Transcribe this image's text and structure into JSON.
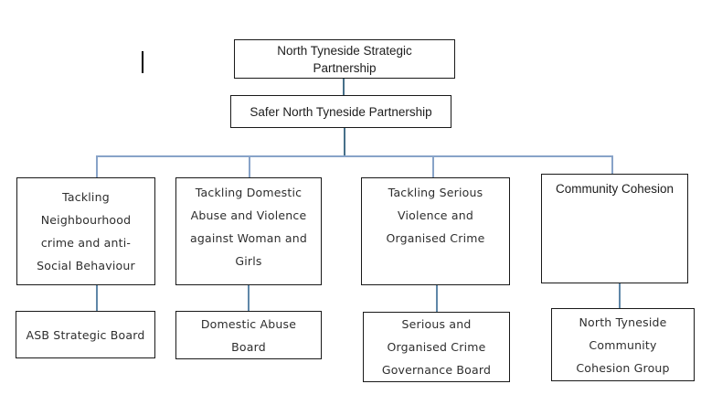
{
  "org_chart": {
    "root": {
      "label": "North Tyneside Strategic\nPartnership"
    },
    "level2": {
      "label": "Safer North Tyneside Partnership"
    },
    "themes": [
      {
        "label": "Tackling\nNeighbourhood\ncrime and anti-\nSocial Behaviour"
      },
      {
        "label": "Tackling Domestic\nAbuse and Violence\nagainst Woman and\nGirls"
      },
      {
        "label": "Tackling Serious\nViolence and\nOrganised Crime"
      },
      {
        "label": "Community Cohesion"
      }
    ],
    "boards": [
      {
        "label": "ASB Strategic Board"
      },
      {
        "label": "Domestic Abuse\nBoard"
      },
      {
        "label": "Serious and\nOrganised Crime\nGovernance Board"
      },
      {
        "label": "North Tyneside\nCommunity\nCohesion Group"
      }
    ]
  },
  "colors": {
    "box_border": "#191919",
    "connector_dark": "#477089",
    "connector_mid": "#5f87a8",
    "connector_light": "#88a3c8",
    "background": "#ffffff"
  }
}
